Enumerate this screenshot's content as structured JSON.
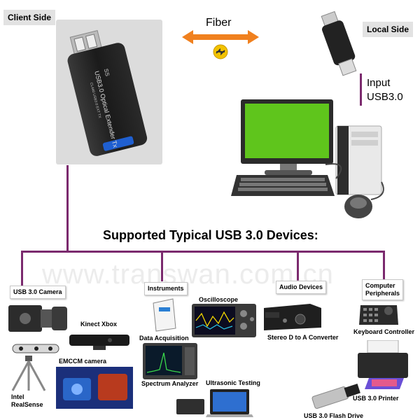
{
  "header": {
    "client_side": "Client Side",
    "local_side": "Local Side",
    "fiber": "Fiber",
    "input_line1": "Input",
    "input_line2": "USB3.0"
  },
  "device_text": {
    "model_line": "USB3.0 Optical Extender Tx",
    "brand_line": "CL440 USB3.0 EXT TX",
    "ss_logo": "SS"
  },
  "main": {
    "heading": "Supported Typical USB 3.0 Devices:",
    "watermark": "www.transwan.com.cn"
  },
  "categories": {
    "camera": "USB 3.0 Camera",
    "instruments": "Instruments",
    "audio": "Audio Devices",
    "computer_line1": "Computer",
    "computer_line2": "Peripherals"
  },
  "devices": {
    "kinect": "Kinect Xbox",
    "emccm": "EMCCM camera",
    "realsense_line1": "Intel",
    "realsense_line2": "RealSense",
    "data_acq": "Data Acquisition",
    "oscilloscope": "Oscilloscope",
    "spectrum": "Spectrum Analyzer",
    "ultrasonic": "Ultrasonic Testing",
    "stereo_dac": "Stereo D to A Converter",
    "keyboard_ctrl": "Keyboard Controller",
    "printer": "USB 3.0 Printer",
    "flash": "USB 3.0 Flash Drive"
  },
  "colors": {
    "accent_line": "#7b2a6e",
    "fiber_arrow": "#f0801e"
  }
}
